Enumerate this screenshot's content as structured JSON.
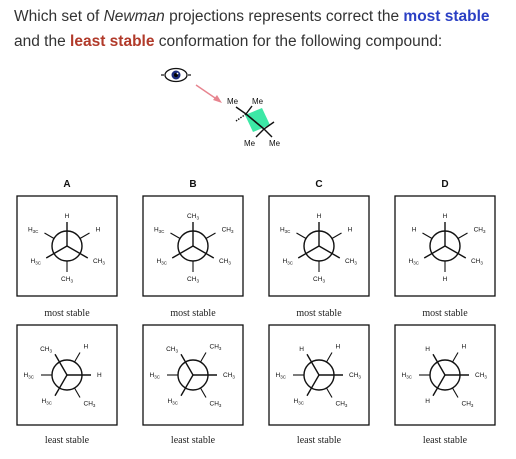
{
  "question": {
    "part1": "Which set of ",
    "newman": "Newman",
    "part2": " projections represents correct the ",
    "most_stable": "most stable",
    "part3": " and the ",
    "least_stable": "least stable",
    "part4": " conformation for the following compound:"
  },
  "icons": {
    "eye": "eye-icon",
    "arrow": "arrow-icon"
  },
  "colors": {
    "blue": "#2a3fc4",
    "red": "#b13a2a",
    "bond_highlight": "#3de8a6",
    "arrow": "#e7848f"
  },
  "molecule": {
    "top_left": "Me",
    "top_right": "Me",
    "bottom_left": "Me",
    "bottom_right": "Me"
  },
  "options": [
    {
      "letter": "A",
      "top": {
        "front": [
          {
            "base": "H",
            "sub": ""
          },
          {
            "base": "CH",
            "sub": "3"
          },
          {
            "base": "H",
            "sub": "3C"
          }
        ],
        "back": [
          {
            "base": "CH",
            "sub": "3"
          },
          {
            "base": "H",
            "sub": ""
          },
          {
            "base": "H",
            "sub": "3C"
          }
        ],
        "caption": "most stable"
      },
      "bottom": {
        "front": [
          {
            "base": "CH",
            "sub": "3"
          },
          {
            "base": "H",
            "sub": ""
          },
          {
            "base": "H",
            "sub": "3C"
          }
        ],
        "back": [
          {
            "base": "CH",
            "sub": "3"
          },
          {
            "base": "H",
            "sub": ""
          },
          {
            "base": "H",
            "sub": "3C"
          }
        ],
        "caption": "least stable"
      }
    },
    {
      "letter": "B",
      "top": {
        "front": [
          {
            "base": "CH",
            "sub": "3"
          },
          {
            "base": "CH",
            "sub": "3"
          },
          {
            "base": "H",
            "sub": "3C"
          }
        ],
        "back": [
          {
            "base": "CH",
            "sub": "3"
          },
          {
            "base": "CH",
            "sub": "3"
          },
          {
            "base": "H",
            "sub": "3C"
          }
        ],
        "caption": "most stable"
      },
      "bottom": {
        "front": [
          {
            "base": "CH",
            "sub": "3"
          },
          {
            "base": "CH",
            "sub": "3"
          },
          {
            "base": "H",
            "sub": "3C"
          }
        ],
        "back": [
          {
            "base": "CH",
            "sub": "3"
          },
          {
            "base": "CH",
            "sub": "3"
          },
          {
            "base": "H",
            "sub": "3C"
          }
        ],
        "caption": "least stable"
      }
    },
    {
      "letter": "C",
      "top": {
        "front": [
          {
            "base": "H",
            "sub": ""
          },
          {
            "base": "CH",
            "sub": "3"
          },
          {
            "base": "H",
            "sub": "3C"
          }
        ],
        "back": [
          {
            "base": "CH",
            "sub": "3"
          },
          {
            "base": "H",
            "sub": ""
          },
          {
            "base": "H",
            "sub": "3C"
          }
        ],
        "caption": "most stable"
      },
      "bottom": {
        "front": [
          {
            "base": "H",
            "sub": ""
          },
          {
            "base": "CH",
            "sub": "3"
          },
          {
            "base": "H",
            "sub": "3C"
          }
        ],
        "back": [
          {
            "base": "CH",
            "sub": "3"
          },
          {
            "base": "H",
            "sub": ""
          },
          {
            "base": "H",
            "sub": "3C"
          }
        ],
        "caption": "least stable"
      }
    },
    {
      "letter": "D",
      "top": {
        "front": [
          {
            "base": "H",
            "sub": ""
          },
          {
            "base": "CH",
            "sub": "3"
          },
          {
            "base": "H",
            "sub": "3C"
          }
        ],
        "back": [
          {
            "base": "H",
            "sub": ""
          },
          {
            "base": "CH",
            "sub": "3"
          },
          {
            "base": "H",
            "sub": ""
          }
        ],
        "caption": "most stable"
      },
      "bottom": {
        "front": [
          {
            "base": "H",
            "sub": ""
          },
          {
            "base": "CH",
            "sub": "3"
          },
          {
            "base": "H",
            "sub": ""
          }
        ],
        "back": [
          {
            "base": "CH",
            "sub": "3"
          },
          {
            "base": "H",
            "sub": ""
          },
          {
            "base": "H",
            "sub": "3C"
          }
        ],
        "caption": "least stable"
      }
    }
  ]
}
